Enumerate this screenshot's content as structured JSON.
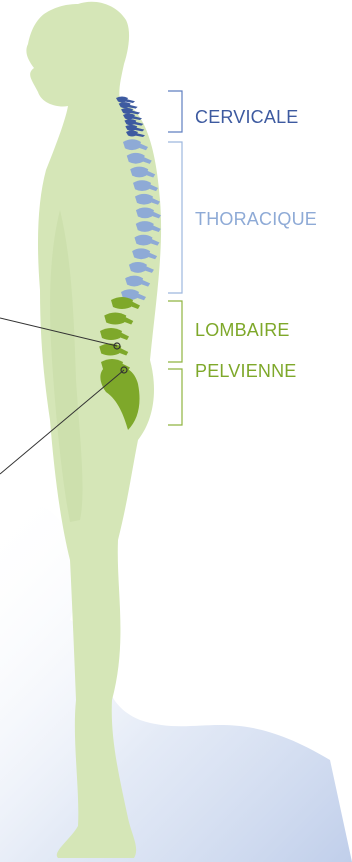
{
  "colors": {
    "body": "#d5e6b7",
    "cervical": "#3d5aa0",
    "thoracic": "#8eaad6",
    "lumbar": "#7ea82a",
    "background_wash": "#cdd9ef",
    "leader_lines": "#333333"
  },
  "regions": [
    {
      "id": "cervicale",
      "label": "CERVICALE",
      "color": "#3d5aa0",
      "bracket_color": "#5f7fc0"
    },
    {
      "id": "thoracique",
      "label": "THORACIQUE",
      "color": "#8eaad6",
      "bracket_color": "#9db7de"
    },
    {
      "id": "lombaire",
      "label": "LOMBAIRE",
      "color": "#7ea82a",
      "bracket_color": "#8fb540"
    },
    {
      "id": "pelvienne",
      "label": "PELVIENNE",
      "color": "#7ea82a",
      "bracket_color": "#8fb540"
    }
  ]
}
